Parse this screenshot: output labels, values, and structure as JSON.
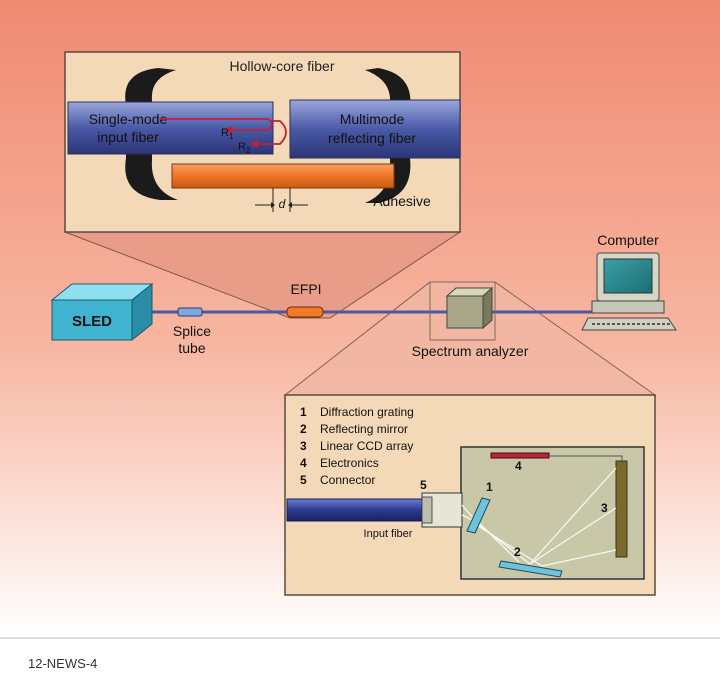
{
  "inset_top": {
    "title": "Hollow-core fiber",
    "input_fiber_line1": "Single-mode",
    "input_fiber_line2": "input fiber",
    "reflect_fiber_line1": "Multimode",
    "reflect_fiber_line2": "reflecting fiber",
    "r1": "R",
    "r1_sub": "1",
    "r2": "R",
    "r2_sub": "2",
    "gap": "d",
    "adhesive": "Adhesive"
  },
  "main": {
    "sled": "SLED",
    "splice_line1": "Splice",
    "splice_line2": "tube",
    "efpi": "EFPI",
    "computer": "Computer",
    "spectrum_analyzer": "Spectrum analyzer"
  },
  "inset_bottom": {
    "legend": [
      {
        "num": "1",
        "label": "Diffraction grating"
      },
      {
        "num": "2",
        "label": "Reflecting mirror"
      },
      {
        "num": "3",
        "label": "Linear CCD array"
      },
      {
        "num": "4",
        "label": "Electronics"
      },
      {
        "num": "5",
        "label": "Connector"
      }
    ],
    "callouts": [
      "1",
      "2",
      "3",
      "4",
      "5"
    ],
    "input_fiber": "Input fiber"
  },
  "caption": "12-NEWS-4",
  "colors": {
    "background_top": "#f08a72",
    "background_bottom": "#ffffff",
    "inset_fill": "#f4d9b8",
    "fiber_blue": "#5a6fb8",
    "adhesive_orange": "#f07a2a",
    "sled_cyan": "#3fb3d0",
    "instrument_olive": "#c8c8a8",
    "return_arrow": "#c0203a"
  }
}
